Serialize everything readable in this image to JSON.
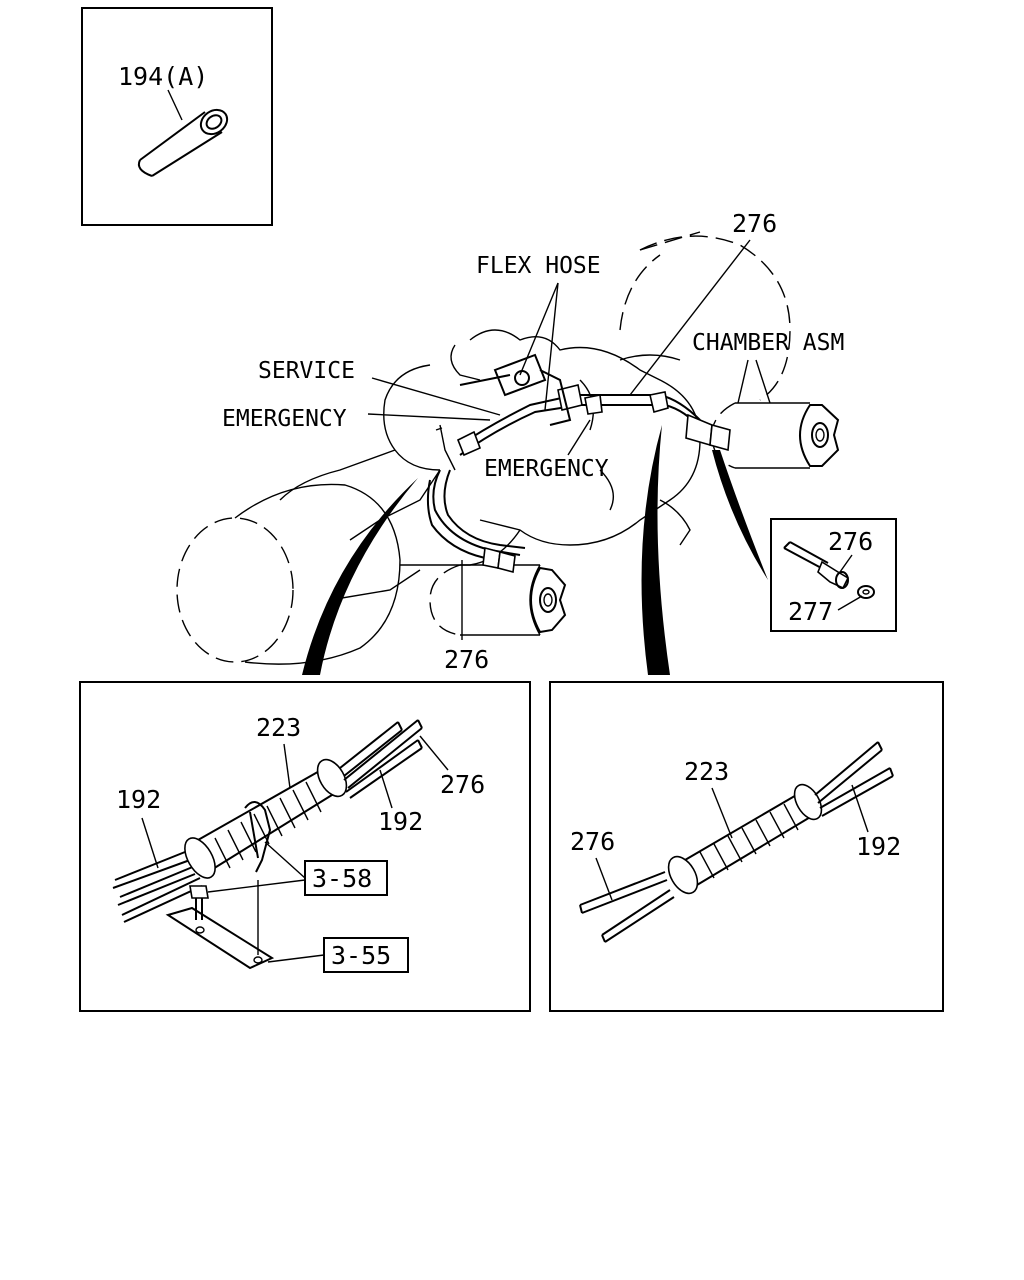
{
  "diagram": {
    "labels": {
      "part_194a": "194(A)",
      "part_276_top": "276",
      "flex_hose": "FLEX HOSE",
      "chamber_asm": "CHAMBER ASM",
      "service": "SERVICE",
      "emergency_left": "EMERGENCY",
      "emergency_center": "EMERGENCY",
      "part_276_bottom": "276",
      "part_276_inset": "276",
      "part_277_inset": "277",
      "bl_223": "223",
      "bl_192_left": "192",
      "bl_192_right": "192",
      "bl_276": "276",
      "bl_ref_358": "3-58",
      "bl_ref_355": "3-55",
      "br_223": "223",
      "br_276": "276",
      "br_192": "192"
    }
  }
}
